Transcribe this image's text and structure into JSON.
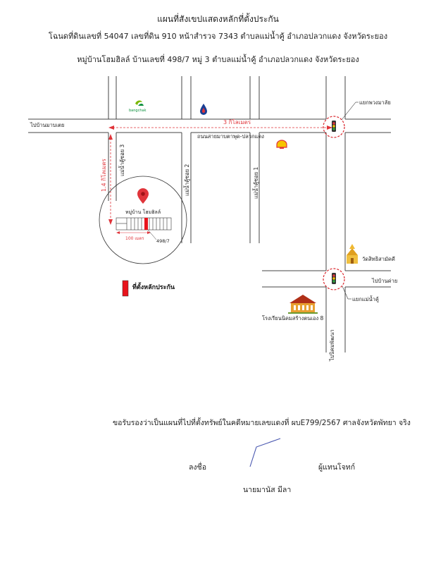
{
  "header": {
    "title": "แผนที่สังเขปแสดงหลักที่ตั้งประกัน",
    "line1": "โฉนดที่ดินเลขที่ 54047 เลขที่ดิน 910  หน้าสำรวจ 7343 ตำบลแม่น้ำคู้  อำเภอปลวกแดง  จังหวัดระยอง",
    "line2": "หมู่บ้านโฮมฮิลล์  บ้านเลขที่ 498/7  หมู่ 3 ตำบลแม่น้ำคู้  อำเภอปลวกแดง  จังหวัดระยอง"
  },
  "map": {
    "labels": {
      "to_ban_mab_yang": "ไปบ้านมาบเตย",
      "yaek_phuang_malai": "แยกพวงมาลัย",
      "distance_3km": "3 กิโลเมตร",
      "main_road": "ถนนสายมาบตาพุด-ปลวกแดง",
      "distance_14km": "1.4 กิโลเมตร",
      "soi_3": "แม่น้ำคู้ซอย 3",
      "soi_2": "แม่น้ำคู้ซอย 2",
      "soi_1": "แม่น้ำคู้ซอย 1",
      "village": "หมู่บ้าน โฮมฮิลล์",
      "distance_100m": "100 เมตร",
      "house_no": "498/7",
      "temple": "วัดสิทธิสามัคคี",
      "to_ban_khai": "ไปบ้านค่าย",
      "yaek_mae_nam_khu": "แยกแม่น้ำคู้",
      "school": "โรงเรียนนิคมสร้างตนเอง 8",
      "to_ban_phatthana": "ไปนิคมพัฒนา",
      "bangchak": "bangchak"
    },
    "legend": {
      "label": "ที่ตั้งหลักประกัน",
      "color": "#e8141c"
    },
    "colors": {
      "road": "#444444",
      "distance": "#e0343a",
      "pin": "#e0343a",
      "highlight_circle": "#d9242a"
    }
  },
  "footer": {
    "certify": "ขอรับรองว่าเป็นแผนที่ไปที่ตั้งทรัพย์ในคดีหมายเลขแดงที่ ผบE799/2567 ศาลจังหวัดพัทยา จริง",
    "sign_label": "ลงชื่อ",
    "role": "ผู้แทนโจทก์",
    "name": "นายมานัส   มีลา"
  }
}
